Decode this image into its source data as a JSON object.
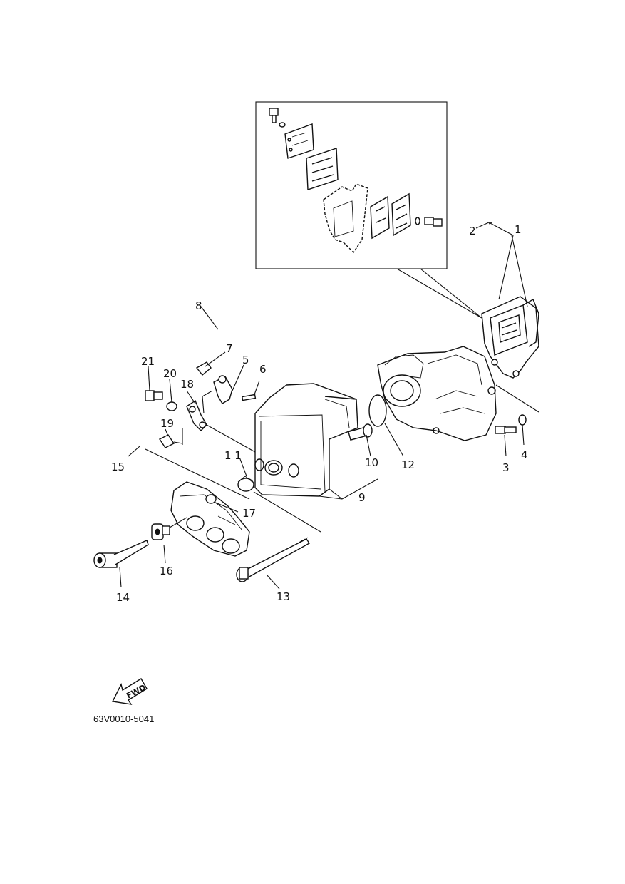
{
  "diagram": {
    "callouts": {
      "c1": "1",
      "c2": "2",
      "c3": "3",
      "c4": "4",
      "c5": "5",
      "c6": "6",
      "c7": "7",
      "c8": "8",
      "c9": "9",
      "c10": "10",
      "c11": "1 1",
      "c12": "12",
      "c13": "13",
      "c14": "14",
      "c15": "15",
      "c16": "16",
      "c17": "17",
      "c18": "18",
      "c19": "19",
      "c20": "20",
      "c21": "21"
    },
    "fwd_label": "FWD",
    "drawing_code": "63V0010-5041"
  }
}
